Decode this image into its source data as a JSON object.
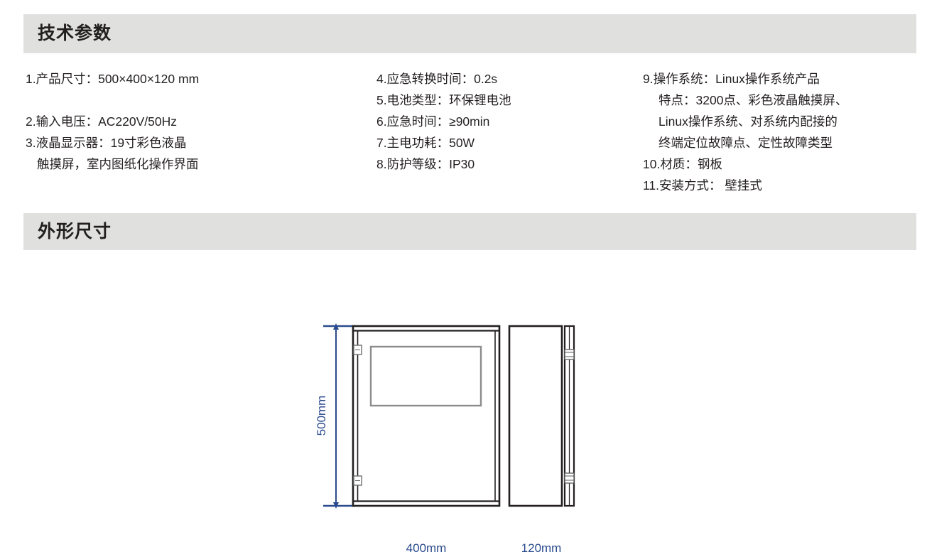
{
  "sections": {
    "tech": {
      "title": "技术参数"
    },
    "dimensions": {
      "title": "外形尺寸"
    }
  },
  "specs": {
    "column1": [
      "1.产品尺寸：500×400×120 mm",
      "",
      "2.输入电压：AC220V/50Hz",
      "3.液晶显示器：19寸彩色液晶",
      "触摸屏，室内图纸化操作界面"
    ],
    "column2": [
      "4.应急转换时间：0.2s",
      "5.电池类型：环保锂电池",
      "6.应急时间：≥90min",
      "7.主电功耗：50W",
      "8.防护等级：IP30"
    ],
    "column3": [
      "9.操作系统：Linux操作系统产品",
      "特点：3200点、彩色液晶触摸屏、",
      "Linux操作系统、对系统内配接的",
      "终端定位故障点、定性故障类型",
      "10.材质：钢板",
      "11.安装方式： 壁挂式"
    ]
  },
  "drawing": {
    "width_label": "400mm",
    "depth_label": "120mm",
    "height_label": "500mm",
    "dimension_color": "#2a4b8d",
    "outline_color": "#231f20",
    "screen_color": "#8c8c8c"
  }
}
